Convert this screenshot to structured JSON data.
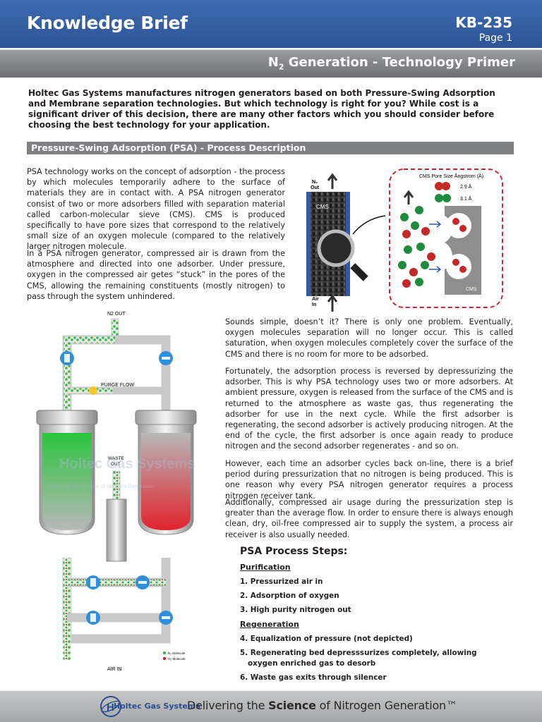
{
  "header": {
    "title": "Knowledge Brief",
    "doc_id": "KB-235",
    "page": "Page 1"
  },
  "subheader": {
    "title_prefix": "N",
    "title_subscript": "2",
    "title_suffix": " Generation - Technology Primer"
  },
  "intro": "Holtec Gas Systems manufactures nitrogen generators based on both Pressure-Swing Adsorption and Membrane separation technologies.  But which technology is right for you?  While cost is a significant driver of this decision, there are many other factors which you should consider before choosing the best technology for your application.",
  "section": {
    "title": "Pressure-Swing Adsorption (PSA) - Process Description"
  },
  "body": {
    "p1": "PSA technology works on the concept of adsorption - the process by which molecules temporarily adhere to the surface of materials they are in contact with.  A PSA nitrogen generator consist of two or more adsorbers filled with separation material called carbon-molecular sieve (CMS).  CMS is produced specifically to have pore sizes that correspond to the relatively small size of an oxygen molecule (compared to the relatively larger nitrogen molecule.",
    "p2": "In a PSA nitrogen generator, compressed air is drawn from the atmosphere and directed into one adsorber.  Under pressure, oxygen in the compressed air getes “stuck” in the pores of the CMS, allowing the remaining constituents (mostly nitrogen) to pass through the system unhindered.",
    "p3": "Sounds simple, doesn’t it?  There is only one problem.  Eventually, oxygen molecules separation will no longer occur.  This is called saturation, when oxygen molecules completely cover the surface of the CMS and there is no room for more to be adsorbed.",
    "p4": "Fortunately, the adsorption process is reversed by depressurizing the adsorber.  This is why PSA technology uses two or more adsorbers.  At ambient pressure, oxygen is released from the surface of the CMS and is returned to the atmosphere as waste gas, thus regenerating the adsorber for use in the next cycle.  While the first adsorber is regenerating, the second adsorber is actively producing nitrogen.  At the end of the cycle, the first adsorber is once again ready to produce nitrogen and the second adsorber regenerates - and so on.",
    "p5": "However, each time an adsorber cycles back on-line, there is a brief period during pressurization that no nitrogen is being produced.  This is one reason why every PSA nitrogen generator requires a process nitrogen receiver tank.",
    "p6": "Additionally, compressed air usage during the pressurization step is greater than the average flow.  In order to ensure there is always enough clean, dry, oil-free compressed air to supply the system, a process air receiver is also usually needed."
  },
  "steps": {
    "title": "PSA Process Steps:",
    "purification_label": "Purification",
    "purification": [
      "1. Pressurized air in",
      "2. Adsorption of oxygen",
      "3. High purity nitrogen out"
    ],
    "regeneration_label": "Regeneration",
    "regeneration": [
      "4. Equalization of pressure (not depicted)",
      "5. Regenerating bed depresssurizes completely, allowing",
      "oxygen enriched gas to desorb",
      "6. Waste gas exits through silencer"
    ]
  },
  "figure_top": {
    "n2_out": "N₂\nOut",
    "air_in": "Air\nIn",
    "cms": "CMS",
    "pore_title": "CMS Pore Size Ångstrom (Å)",
    "o2_size": "2.9 Å",
    "n2_size": "3.1 Å",
    "cms_label": "CMS"
  },
  "figure_bottom": {
    "n2_out": "N2 OUT",
    "purge_flow": "PURGE FLOW",
    "waste_out": "WASTE\nOUT",
    "air_in": "AIR IN",
    "legend_n2": "N₂ Molecule",
    "legend_o2": "O₂ Molecule",
    "watermark": "Holtec Gas Systems",
    "watermark_sub": "Delivering the Science of Nitrogen Generation"
  },
  "footer": {
    "brand": "Holtec Gas Systems",
    "tag_pre": "Delivering the ",
    "tag_bold": "Science",
    "tag_post": " of Nitrogen Generation™"
  },
  "colors": {
    "header_blue": "#2d5597",
    "bar_gray": "#7e8083",
    "n2_green": "#2eae4a",
    "o2_red": "#d0202a"
  }
}
